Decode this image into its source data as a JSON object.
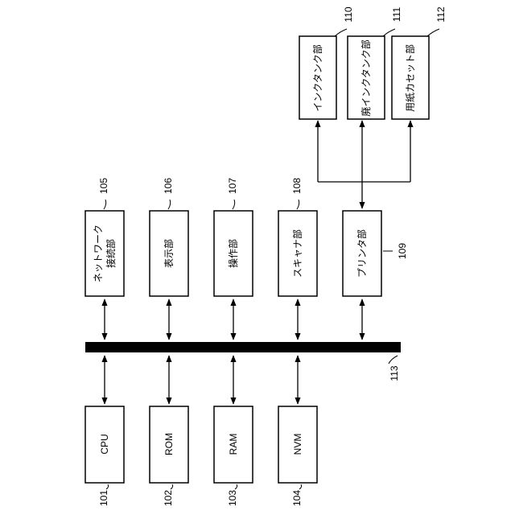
{
  "diagram": {
    "blocks_bottom": [
      {
        "ref": "101",
        "label": "CPU"
      },
      {
        "ref": "102",
        "label": "ROM"
      },
      {
        "ref": "103",
        "label": "RAM"
      },
      {
        "ref": "104",
        "label": "NVM"
      }
    ],
    "blocks_top": [
      {
        "ref": "105",
        "label": [
          "ネットワーク",
          "接続部"
        ]
      },
      {
        "ref": "106",
        "label": [
          "表示部"
        ]
      },
      {
        "ref": "107",
        "label": [
          "操作部"
        ]
      },
      {
        "ref": "108",
        "label": [
          "スキャナ部"
        ]
      },
      {
        "ref": "109",
        "label": [
          "プリンタ部"
        ]
      }
    ],
    "blocks_printer": [
      {
        "ref": "110",
        "label": "インクタンク部"
      },
      {
        "ref": "111",
        "label": "廃インクタンク部"
      },
      {
        "ref": "112",
        "label": "用紙カセット部"
      }
    ],
    "bus": {
      "ref": "113"
    },
    "colors": {
      "line": "#000000",
      "fill": "#ffffff"
    }
  }
}
